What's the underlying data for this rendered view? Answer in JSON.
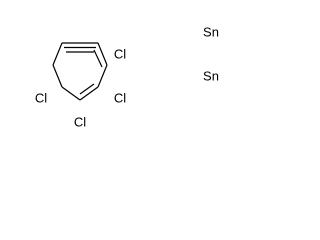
{
  "molecule": {
    "ring_substituents": {
      "cl_top_right": "Cl",
      "cl_right": "Cl",
      "cl_bottom": "Cl",
      "cl_left": "Cl"
    },
    "tin_atoms": {
      "sn_top": "Sn",
      "sn_bottom": "Sn"
    }
  },
  "colors": {
    "bond": "#000000",
    "label": "#000000",
    "background": "#ffffff"
  }
}
